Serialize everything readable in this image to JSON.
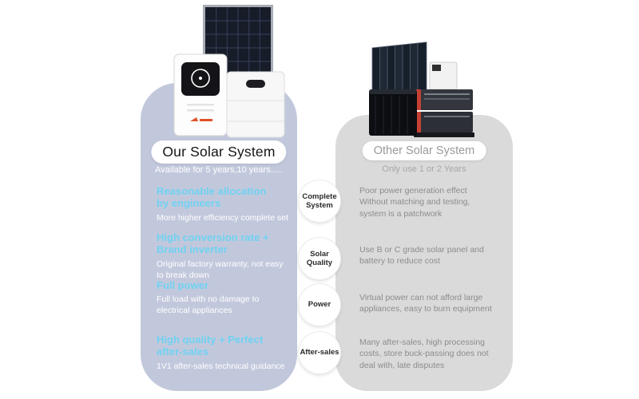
{
  "left_panel": {
    "title": "Our Solar System",
    "subtitle": "Available for 5 years,10 years.....",
    "features": [
      {
        "title": "Reasonable allocation\nby engineers",
        "desc": "More higher efficiency complete set"
      },
      {
        "title": "High conversion rate +\nBrand inverter",
        "desc": "Original factory warranty, not easy\nto break down"
      },
      {
        "title": "Full power",
        "desc": "Full load with no damage to\nelectrical appliances"
      },
      {
        "title": "High quality + Perfect\nafter-sales",
        "desc": "1V1 after-sales technical guidance"
      }
    ]
  },
  "right_panel": {
    "title": "Other Solar System",
    "subtitle": "Only use 1 or 2 Years",
    "features": [
      {
        "desc": "Poor power generation effect\nWithout matching and testing,\nsystem is a patchwork"
      },
      {
        "desc": "Use B or C grade solar panel and\nbattery to reduce cost"
      },
      {
        "desc": "Virtual power can not afford large\nappliances, easy to burn equipment"
      },
      {
        "desc": "Many after-sales, high processing\ncosts, store buck-passing does not\ndeal with, late disputes"
      }
    ]
  },
  "badges": [
    {
      "label": "Complete\nSystem"
    },
    {
      "label": "Solar\nQuality"
    },
    {
      "label": "Power"
    },
    {
      "label": "After-sales"
    }
  ],
  "colors": {
    "left_panel_bg": "#c2c8dc",
    "right_panel_bg": "#dadada",
    "heading_accent": "#70d2f2",
    "left_body_text": "#ffffff",
    "right_body_text": "#8c8c8c"
  }
}
